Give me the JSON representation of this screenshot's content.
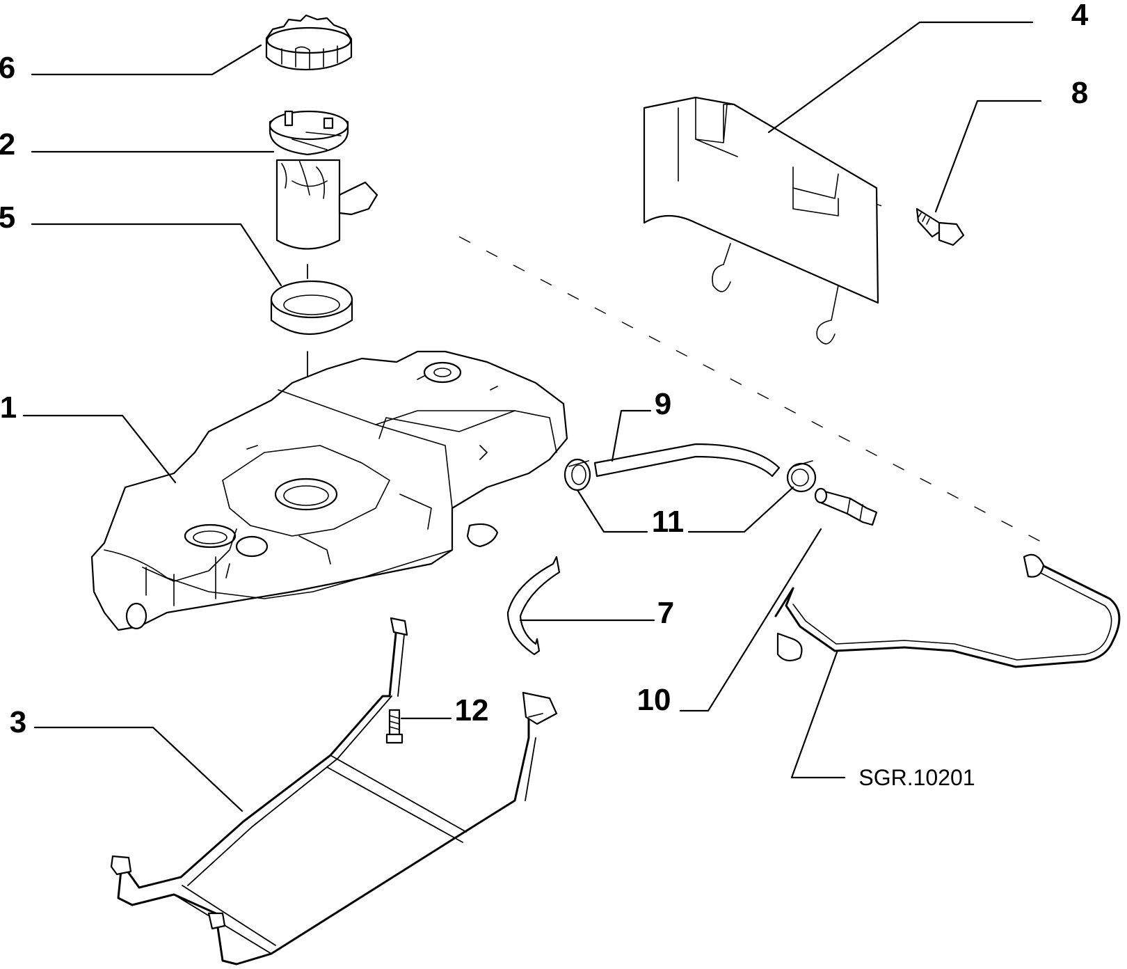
{
  "drawing_code": "SGR.10201",
  "callouts": {
    "c1": "1",
    "c2": "2",
    "c3": "3",
    "c4": "4",
    "c5": "5",
    "c6": "6",
    "c7": "7",
    "c8": "8",
    "c9": "9",
    "c10": "10",
    "c11": "11",
    "c12": "12"
  }
}
